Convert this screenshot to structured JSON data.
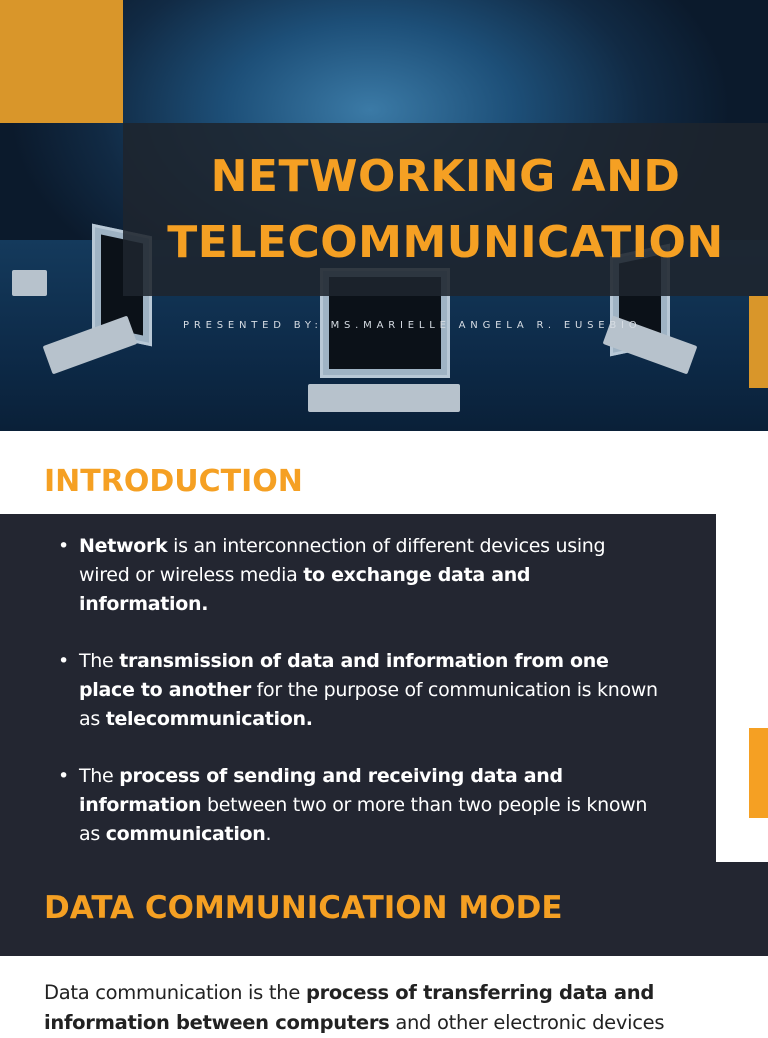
{
  "hero": {
    "title_line1": "NETWORKING AND",
    "title_line2": "TELECOMMUNICATION",
    "presenter": "PRESENTED BY: MS.MARIELLE ANGELA R. EUSEBIO"
  },
  "colors": {
    "accent": "#f5a023",
    "accent_block": "#d9962a",
    "panel": "#232631"
  },
  "introduction": {
    "heading": "INTRODUCTION",
    "bullets": [
      [
        {
          "t": "Network",
          "b": true
        },
        {
          "t": " is an interconnection of different devices using wired or wireless media ",
          "b": false
        },
        {
          "t": "to exchange data and information.",
          "b": true
        }
      ],
      [
        {
          "t": "The ",
          "b": false
        },
        {
          "t": "transmission of data and information from one place to another",
          "b": true
        },
        {
          "t": " for the purpose of communication is known as ",
          "b": false
        },
        {
          "t": "telecommunication.",
          "b": true
        }
      ],
      [
        {
          "t": "The ",
          "b": false
        },
        {
          "t": "process of sending and receiving data and information",
          "b": true
        },
        {
          "t": " between two or more than two people is known as ",
          "b": false
        },
        {
          "t": "communication",
          "b": true
        },
        {
          "t": ".",
          "b": false
        }
      ]
    ]
  },
  "data_communication_mode": {
    "heading": "DATA COMMUNICATION MODE",
    "paragraph": [
      {
        "t": "Data communication is the ",
        "b": false
      },
      {
        "t": "process of transferring data and information between computers",
        "b": true
      },
      {
        "t": " and other electronic devices",
        "b": false
      }
    ]
  }
}
